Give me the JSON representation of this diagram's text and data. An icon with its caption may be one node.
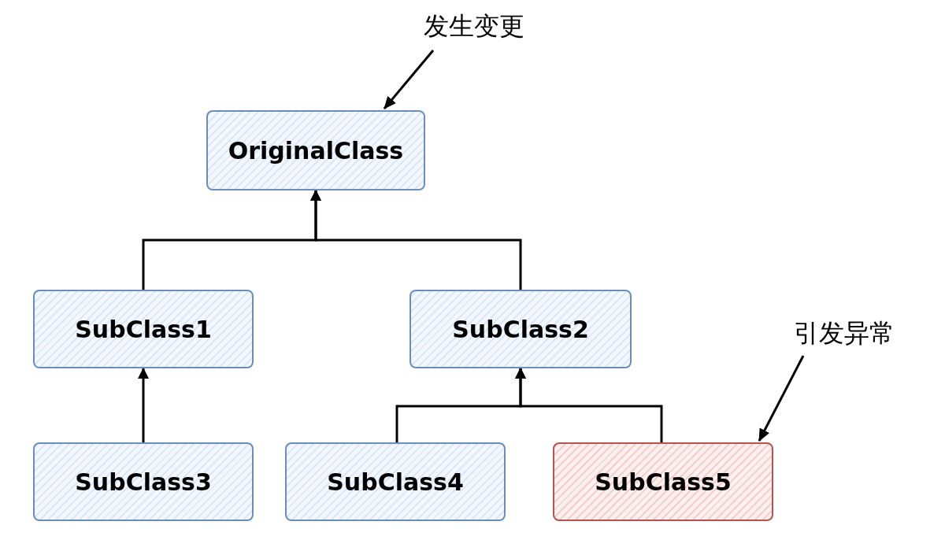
{
  "diagram": {
    "nodes": [
      {
        "text": [
          "OriginalClass"
        ]
      },
      {
        "text": [
          "SubClass1"
        ]
      },
      {
        "text": [
          "SubClass2"
        ]
      },
      {
        "text": [
          "SubClass3"
        ]
      },
      {
        "text": [
          "SubClass4"
        ]
      },
      {
        "text": [
          "SubClass5"
        ]
      },
      {
        "text": [
          "发生变更"
        ]
      },
      {
        "text": [
          "引发异常"
        ]
      }
    ],
    "edges": [
      {
        "from": 1,
        "to": 0,
        "arrow": "to"
      },
      {
        "from": 2,
        "to": 0,
        "arrow": "to"
      },
      {
        "from": 3,
        "to": 1,
        "arrow": "to"
      },
      {
        "from": 4,
        "to": 2,
        "arrow": "to"
      },
      {
        "from": 5,
        "to": 2,
        "arrow": "to"
      },
      {
        "from": 6,
        "to": 0,
        "arrow": "to"
      },
      {
        "from": 7,
        "to": 5,
        "arrow": "to",
        "color": "#000000"
      }
    ]
  }
}
